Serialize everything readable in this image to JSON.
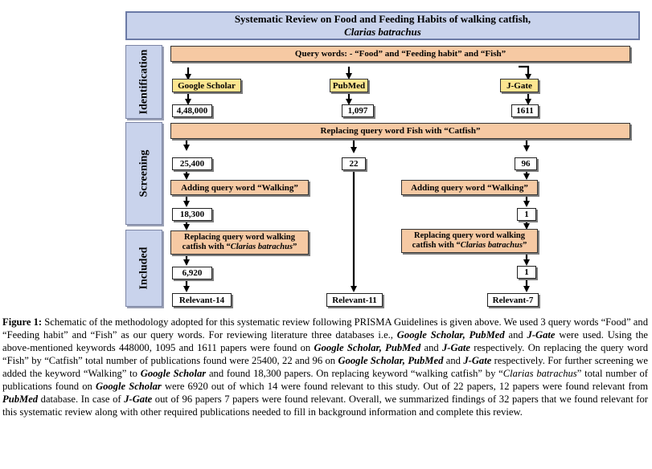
{
  "title": {
    "line1": "Systematic  Review on Food and Feeding Habits of walking catfish,",
    "line2": "Clarias batrachus"
  },
  "stages": {
    "identification": "Identification",
    "screening": "Screening",
    "included": "Included"
  },
  "identification": {
    "query": "Query words: - “Food” and “Feeding habit” and “Fish”",
    "databases": [
      "Google Scholar",
      "PubMed",
      "J-Gate"
    ],
    "counts": [
      "4,48,000",
      "1,097",
      "1611"
    ]
  },
  "screening": {
    "replace": "Replacing query word Fish with “Catfish”",
    "counts": [
      "25,400",
      "22",
      "96"
    ],
    "adding_left": "Adding query word “Walking”",
    "adding_right": "Adding query word “Walking”",
    "after_adding": [
      "18,300",
      "1"
    ]
  },
  "included": {
    "replace_left": {
      "line1": "Replacing  query  word  walking",
      "line2_prefix": "catfish with “",
      "line2_italic": "Clarias batrachus",
      "line2_suffix": "”"
    },
    "replace_right": {
      "line1": "Replacing   query   word  walking",
      "line2_prefix": "catfish with “",
      "line2_italic": "Clarias batrachus",
      "line2_suffix": "”"
    },
    "counts": [
      "6,920",
      "1"
    ],
    "relevant": [
      "Relevant-14",
      "Relevant-11",
      "Relevant-7"
    ]
  },
  "caption": {
    "label": "Figure 1:",
    "text": [
      {
        "t": " Schematic of the methodology adopted for this systematic review following PRISMA Guidelines is given above. We used 3 query words “Food” and “Feeding habit” and “Fish” as our query words. For reviewing literature three databases i.e., "
      },
      {
        "b": "Google Scholar, PubMed"
      },
      {
        "t": " and "
      },
      {
        "b": "J-Gate"
      },
      {
        "t": " were used. Using the above-mentioned keywords 448000, 1095 and 1611 papers were found on "
      },
      {
        "b": "Google Scholar, PubMed"
      },
      {
        "t": " and "
      },
      {
        "b": "J-Gate"
      },
      {
        "t": " respectively. On replacing the query word “Fish” by “Catfish” total number of publications found were 25400, 22 and 96 on "
      },
      {
        "b": "Google Scholar, PubMed"
      },
      {
        "t": " and "
      },
      {
        "b": "J-Gate"
      },
      {
        "t": " respectively. For further screening we added the keyword “Walking” to "
      },
      {
        "b": "Google Scholar"
      },
      {
        "t": " and found 18,300 papers. On replacing keyword “walking catfish” by “"
      },
      {
        "i": "Clarias batrachus"
      },
      {
        "t": "” total number of publications found on "
      },
      {
        "b": "Google Scholar"
      },
      {
        "t": " were 6920 out of which 14 were found relevant to this study. Out of 22 papers, 12 papers were found relevant from "
      },
      {
        "b": "PubMed"
      },
      {
        "t": " database. In case of "
      },
      {
        "b": "J-Gate"
      },
      {
        "t": " out of 96 papers 7 papers were found relevant. Overall, we summarized findings of 32 papers that we found relevant for this systematic review along with other required publications needed to fill in background information and complete this review."
      }
    ]
  }
}
